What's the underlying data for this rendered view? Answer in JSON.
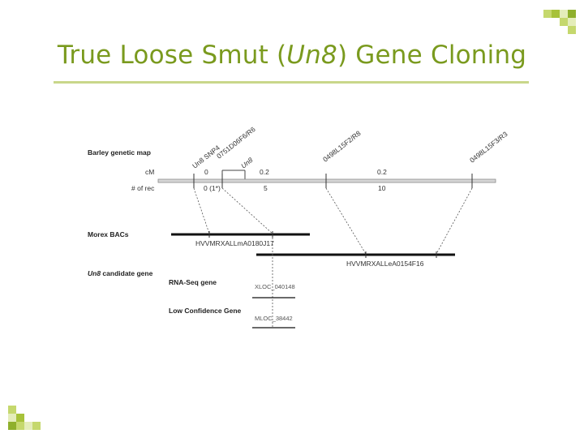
{
  "slide": {
    "title_prefix": "True Loose Smut (",
    "title_gene": "Un8",
    "title_suffix": ") Gene Cloning",
    "accent_color": "#7a9a1e"
  },
  "diagram": {
    "row_labels": {
      "genetic_map": "Barley genetic map",
      "cm": "cM",
      "rec": "# of rec",
      "bacs": "Morex BACs",
      "candidate_gene_italic": "Un8",
      "candidate_gene_rest": " candidate gene",
      "rnaseq": "RNA-Seq gene",
      "low_conf": "Low Confidence Gene"
    },
    "markers": {
      "un8_snp4": "Un8 SNP4",
      "m0751": "0751D06F6/R6",
      "un8": "Un8",
      "m0498_f2": "0498L15F2/R8",
      "m0498_f3": "0498L15F3/R3"
    },
    "cm_values": [
      "0",
      "0.2",
      "0.2"
    ],
    "rec_values": [
      "0 (1*)",
      "5",
      "10"
    ],
    "bacs": [
      "HVVMRXALLmA0180J17",
      "HVVMRXALLeA0154F16"
    ],
    "genes": [
      "XLOC_040148",
      "MLOC_38442"
    ]
  }
}
